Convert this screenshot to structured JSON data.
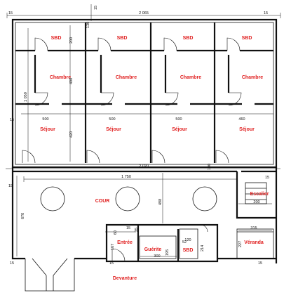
{
  "rooms": {
    "sbd": "SBD",
    "chambre": "Chambre",
    "sejour": "Séjour",
    "cour": "COUR",
    "escalier": "Escalier",
    "veranda": "Véranda",
    "entree": "Entrée",
    "guerite": "Guérite",
    "sbd_small": "SBD",
    "devanture": "Devanture"
  },
  "dims": {
    "total_width": "2 065",
    "width_2020": "2 020",
    "width_1750": "1 750",
    "width_500": "500",
    "width_460": "460",
    "w15": "15",
    "w130": "130",
    "w200": "200",
    "w400": "400",
    "w420": "420",
    "h1050": "1 050",
    "h498": "498",
    "h670": "670",
    "w300": "300",
    "w100": "100",
    "w315": "315",
    "h227": "227",
    "h167": "167",
    "w60": "60",
    "w35": "35",
    "w120": "120",
    "h195": "195",
    "h214": "214",
    "w52": "52"
  }
}
